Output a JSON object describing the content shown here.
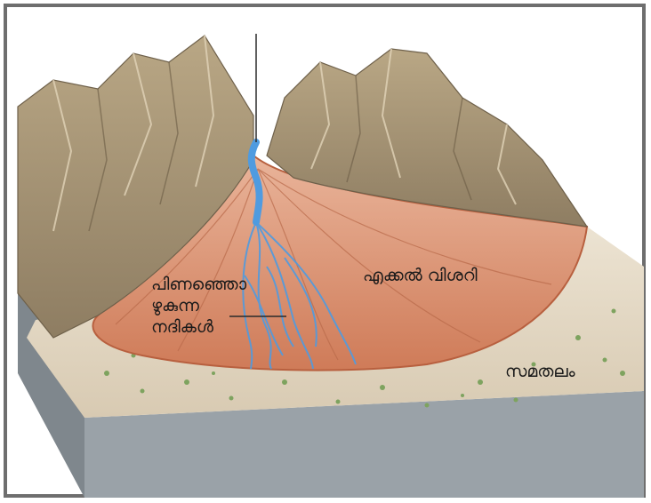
{
  "diagram": {
    "labels": {
      "alluvial_fan": "എക്കൽ വിശറി",
      "braided_rivers": [
        "പിണഞ്ഞൊ",
        "ഴുകുന്ന",
        "നദികൾ"
      ],
      "plain": "സമതലം"
    }
  },
  "colors": {
    "border": "#6e6e6e",
    "mountain_light": "#c8b79c",
    "mountain_dark": "#8a7a62",
    "fan": "#d9896a",
    "fan_edge": "#b8603f",
    "water": "#4f9be0",
    "plain": "#e6dac8",
    "block_side": "#8d959b",
    "block_front": "#a2aab0"
  }
}
